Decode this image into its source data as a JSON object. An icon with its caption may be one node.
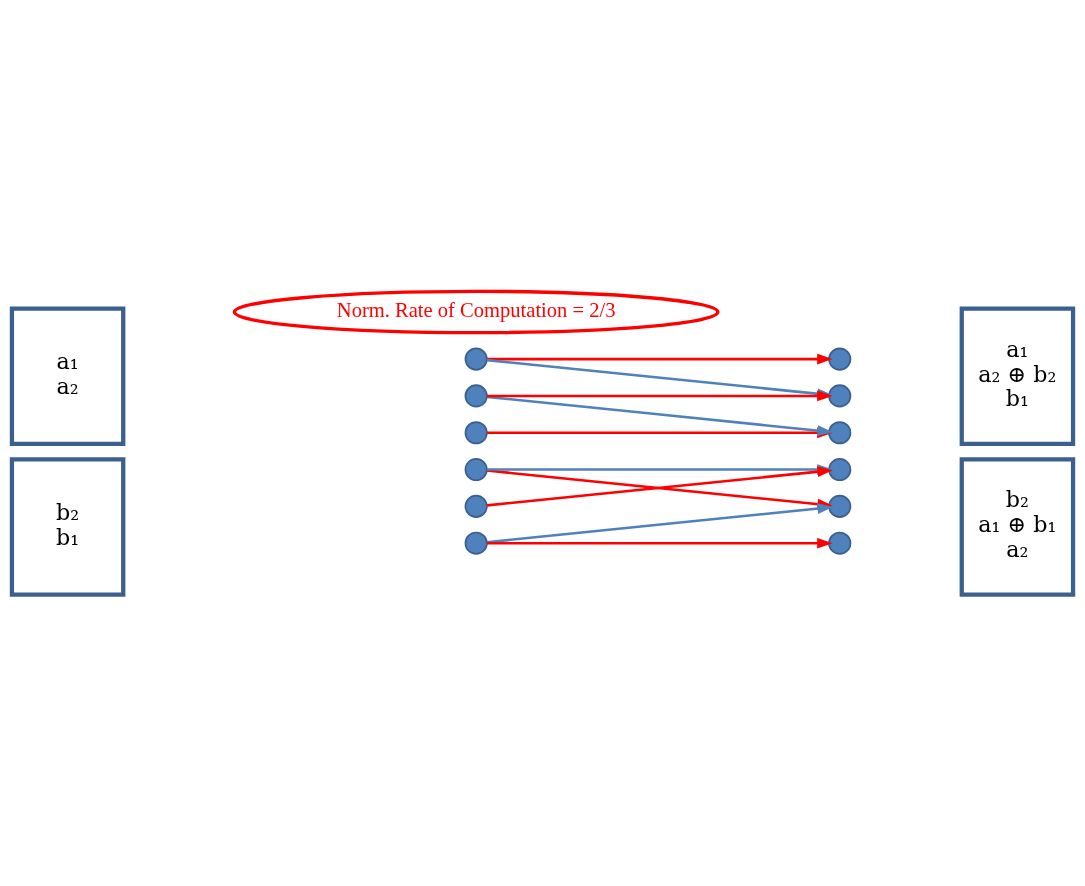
{
  "diagram": {
    "nodes": [
      {
        "text": [
          "a₁",
          "a₂"
        ]
      },
      {
        "text": [],
        "shape": "circle"
      },
      {
        "text": [],
        "shape": "circle"
      },
      {
        "text": [],
        "shape": "circle"
      },
      {
        "text": [],
        "shape": "circle"
      },
      {
        "text": [],
        "shape": "circle"
      },
      {
        "text": [],
        "shape": "circle"
      },
      {
        "text": [
          "a₁",
          "a₂ ⊕ b₂",
          "b₁"
        ]
      },
      {
        "text": [
          "b₂",
          "b₁"
        ]
      },
      {
        "text": [],
        "shape": "circle"
      },
      {
        "text": [],
        "shape": "circle"
      },
      {
        "text": [],
        "shape": "circle"
      },
      {
        "text": [],
        "shape": "circle"
      },
      {
        "text": [],
        "shape": "circle"
      },
      {
        "text": [],
        "shape": "circle"
      },
      {
        "text": [
          "b₂",
          "a₁ ⊕ b₁",
          "a₂"
        ]
      },
      {
        "text": [
          "Norm. Rate of Computation = 2/3"
        ]
      }
    ],
    "edges": [
      {
        "from": 1,
        "to": 4,
        "arrow": "to"
      },
      {
        "from": 1,
        "to": 13,
        "arrow": "to",
        "color": "#4f81bd"
      },
      {
        "from": 2,
        "to": 5,
        "arrow": "to"
      },
      {
        "from": 2,
        "to": 14,
        "arrow": "to",
        "color": "#4f81bd"
      },
      {
        "from": 3,
        "to": 6,
        "arrow": "to"
      },
      {
        "from": 9,
        "to": 12,
        "arrow": "to"
      },
      {
        "from": 9,
        "to": 5,
        "arrow": "to",
        "color": "#4f81bd"
      },
      {
        "from": 10,
        "to": 13,
        "arrow": "to"
      },
      {
        "from": 10,
        "to": 6,
        "arrow": "to",
        "color": "#4f81bd"
      },
      {
        "from": 11,
        "to": 14,
        "arrow": "to"
      }
    ]
  }
}
